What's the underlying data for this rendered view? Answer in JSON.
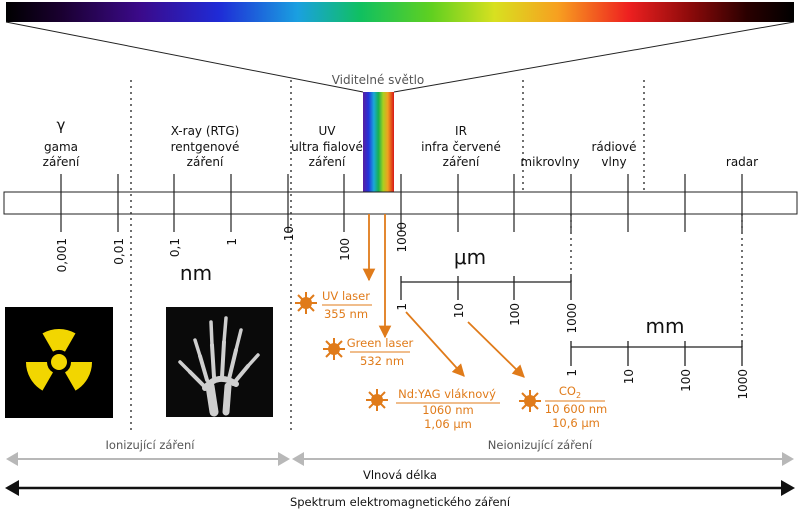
{
  "visible_label": "Viditelné světlo",
  "bands": {
    "gamma": {
      "symbol": "γ",
      "line1": "gama",
      "line2": "záření"
    },
    "xray": {
      "line1": "X-ray (RTG)",
      "line2": "rentgenové",
      "line3": "záření"
    },
    "uv": {
      "line1": "UV",
      "line2": "ultra fialové",
      "line3": "záření"
    },
    "ir": {
      "line1": "IR",
      "line2": "infra červené",
      "line3": "záření"
    },
    "microwave": {
      "line1": "mikrovlny"
    },
    "radio": {
      "line1": "rádiové",
      "line2": "vlny"
    },
    "radar": {
      "line1": "radar"
    }
  },
  "nm_scale": {
    "unit": "nm",
    "ticks": [
      "0,001",
      "0,01",
      "0,1",
      "1",
      "10",
      "100",
      "1000"
    ]
  },
  "um_scale": {
    "unit": "μm",
    "ticks": [
      "1",
      "10",
      "100",
      "1000"
    ]
  },
  "mm_scale": {
    "unit": "mm",
    "ticks": [
      "1",
      "10",
      "100",
      "1000"
    ]
  },
  "lasers": {
    "uv": {
      "name": "UV laser",
      "value": "355 nm"
    },
    "green": {
      "name": "Green laser",
      "value": "532 nm"
    },
    "ndyag": {
      "name": "Nd:YAG vláknový",
      "value1": "1060 nm",
      "value2": "1,06 μm"
    },
    "co2": {
      "name": "CO",
      "sub": "2",
      "value1": "10 600 nm",
      "value2": "10,6 μm"
    }
  },
  "arrows": {
    "ionizing": "Ionizující záření",
    "nonionizing": "Neionizující záření",
    "wavelength": "Vlnová délka",
    "spectrum": "Spektrum elektromagnetického záření"
  },
  "colors": {
    "laser": "#e07b1a",
    "gray_arrow": "#b8b8b8",
    "line": "#222222"
  }
}
